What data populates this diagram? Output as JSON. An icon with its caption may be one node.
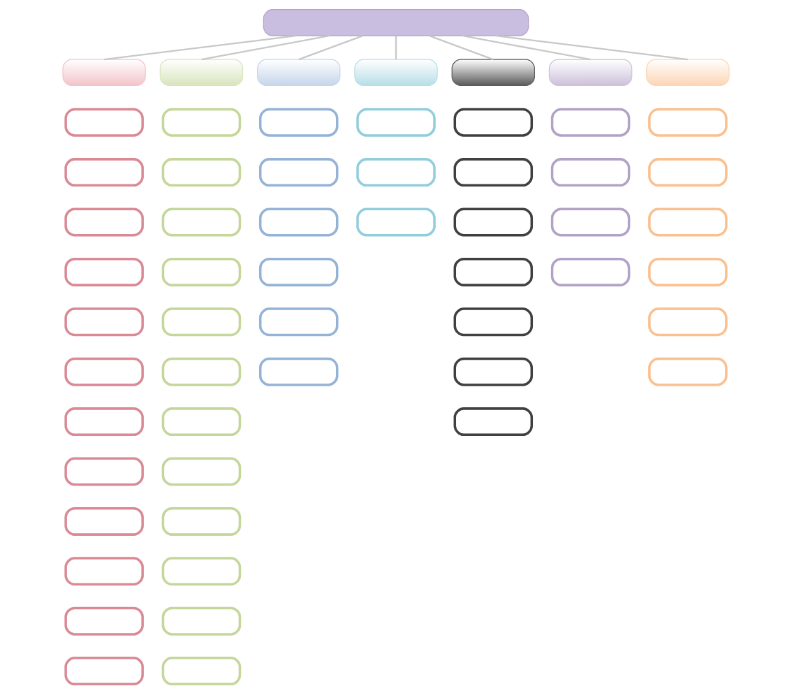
{
  "diagram": {
    "nodes": [
      {
        "text": [],
        "shape": "box"
      },
      {
        "text": [],
        "shape": "box"
      },
      {
        "text": [],
        "shape": "box"
      },
      {
        "text": [],
        "shape": "box"
      },
      {
        "text": [],
        "shape": "box"
      },
      {
        "text": [],
        "shape": "box"
      },
      {
        "text": [],
        "shape": "box"
      },
      {
        "text": [],
        "shape": "box"
      },
      {
        "text": [],
        "shape": "box"
      },
      {
        "text": [],
        "shape": "box"
      },
      {
        "text": [],
        "shape": "box"
      },
      {
        "text": [],
        "shape": "box"
      },
      {
        "text": [],
        "shape": "box"
      },
      {
        "text": [],
        "shape": "box"
      },
      {
        "text": [],
        "shape": "box"
      },
      {
        "text": [],
        "shape": "box"
      },
      {
        "text": [],
        "shape": "box"
      },
      {
        "text": [],
        "shape": "box"
      },
      {
        "text": [],
        "shape": "box"
      },
      {
        "text": [],
        "shape": "box"
      },
      {
        "text": [],
        "shape": "box"
      },
      {
        "text": [],
        "shape": "box"
      },
      {
        "text": [],
        "shape": "box"
      },
      {
        "text": [],
        "shape": "box"
      },
      {
        "text": [],
        "shape": "box"
      },
      {
        "text": [],
        "shape": "box"
      },
      {
        "text": [],
        "shape": "box"
      },
      {
        "text": [],
        "shape": "box"
      },
      {
        "text": [],
        "shape": "box"
      },
      {
        "text": [],
        "shape": "box"
      },
      {
        "text": [],
        "shape": "box"
      },
      {
        "text": [],
        "shape": "box"
      },
      {
        "text": [],
        "shape": "box"
      },
      {
        "text": [],
        "shape": "box"
      },
      {
        "text": [],
        "shape": "box"
      },
      {
        "text": [],
        "shape": "box"
      },
      {
        "text": [],
        "shape": "box"
      },
      {
        "text": [],
        "shape": "box"
      },
      {
        "text": [],
        "shape": "box"
      },
      {
        "text": [],
        "shape": "box"
      },
      {
        "text": [],
        "shape": "box"
      },
      {
        "text": [],
        "shape": "box"
      },
      {
        "text": [],
        "shape": "box"
      },
      {
        "text": [],
        "shape": "box"
      },
      {
        "text": [],
        "shape": "box"
      },
      {
        "text": [],
        "shape": "box"
      },
      {
        "text": [],
        "shape": "box"
      },
      {
        "text": [],
        "shape": "box"
      },
      {
        "text": [],
        "shape": "box"
      },
      {
        "text": [],
        "shape": "box"
      },
      {
        "text": [],
        "shape": "box"
      },
      {
        "text": [],
        "shape": "box"
      },
      {
        "text": [],
        "shape": "box"
      },
      {
        "text": [],
        "shape": "box"
      },
      {
        "text": [],
        "shape": "box"
      },
      {
        "text": [],
        "shape": "box"
      },
      {
        "text": [],
        "shape": "box"
      },
      {
        "text": [],
        "shape": "box"
      }
    ],
    "edges": [
      {
        "from": 0,
        "to": 1,
        "arrow": "none"
      },
      {
        "from": 0,
        "to": 2,
        "arrow": "none"
      },
      {
        "from": 0,
        "to": 3,
        "arrow": "none"
      },
      {
        "from": 0,
        "to": 4,
        "arrow": "none"
      },
      {
        "from": 0,
        "to": 5,
        "arrow": "none"
      },
      {
        "from": 0,
        "to": 6,
        "arrow": "none"
      },
      {
        "from": 0,
        "to": 7,
        "arrow": "none"
      }
    ]
  }
}
